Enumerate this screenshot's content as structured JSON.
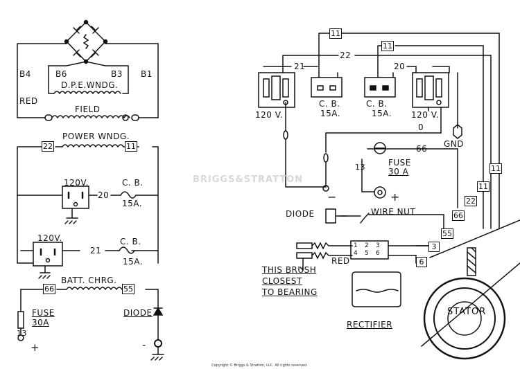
{
  "left": {
    "brush_b4": "B4",
    "brush_b6": "B6",
    "brush_b3": "B3",
    "brush_b1": "B1",
    "dpe_winding": "D.P.E.WNDG.",
    "red": "RED",
    "field": "FIELD",
    "power_winding": "POWER WNDG.",
    "wire_22": "22",
    "wire_11": "11",
    "receptacle_1": "120V.",
    "wire_20": "20",
    "cb_1": "C. B.",
    "cb_1_rating": "15A.",
    "receptacle_2": "120V.",
    "wire_21": "21",
    "cb_2": "C. B.",
    "cb_2_rating": "15A.",
    "batt_charge": "BATT. CHRG.",
    "wire_66": "66",
    "wire_55": "55",
    "fuse": "FUSE",
    "fuse_rating": "30A",
    "diode": "DIODE",
    "wire_13": "13",
    "plus": "+",
    "minus": "-"
  },
  "right": {
    "wire_11_top": "11",
    "wire_11_b": "11",
    "wire_22": "22",
    "wire_21": "21",
    "wire_20": "20",
    "receptacle_left": "120 V.",
    "cb_left": "C. B.",
    "cb_left_rating": "15A.",
    "cb_right": "C. B.",
    "cb_right_rating": "15A.",
    "receptacle_right": "120 V.",
    "wire_0": "0",
    "gnd": "GND",
    "wire_66": "66",
    "fuse": "FUSE",
    "fuse_rating": "30 A",
    "wire_13": "13",
    "minus": "−",
    "plus": "+",
    "diode": "DIODE",
    "wire_nut": "WIRE NUT",
    "tag_11": "11",
    "tag_22": "22",
    "tag_66": "66",
    "tag_55": "55",
    "tag_3": "3",
    "tag_6": "6",
    "red": "RED",
    "brush_note_1": "THIS BRUSH",
    "brush_note_2": "CLOSEST",
    "brush_note_3": "TO BEARING",
    "terminal_1": "1",
    "terminal_2": "2",
    "terminal_3": "3",
    "terminal_4": "4",
    "terminal_5": "5",
    "terminal_6": "6",
    "rectifier": "RECTIFIER",
    "stator": "STATOR"
  },
  "watermark": "BRIGGS&STRATTON",
  "copyright": "Copyright © Briggs & Stratton, LLC. All rights reserved."
}
